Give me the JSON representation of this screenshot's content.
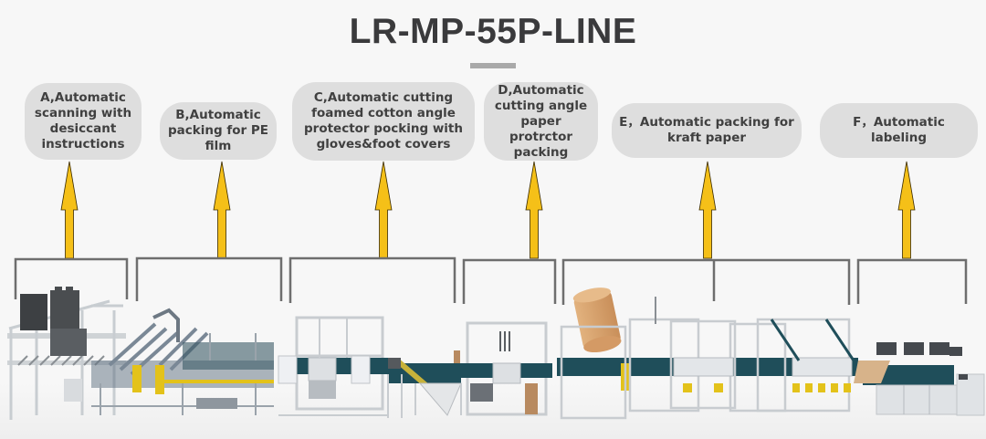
{
  "header": {
    "title": "LR-MP-55P-LINE"
  },
  "colors": {
    "background": "#f7f7f7",
    "title": "#3a3a3c",
    "underline": "#a9a9a9",
    "bubble": "#dedede",
    "bubble_text": "#404040",
    "arrow_fill": "#f5c018",
    "arrow_outline": "#3a2a00",
    "bracket": "#6e6e6e",
    "frame": "#d9dcdf",
    "conveyor": "#1f4e5a",
    "guard_yellow": "#e3c21a",
    "kraft": "#d9a56f"
  },
  "stations": [
    {
      "id": "A",
      "label": "A,Automatic scanning with desiccant instructions"
    },
    {
      "id": "B",
      "label": "B,Automatic packing for PE film"
    },
    {
      "id": "C",
      "label": "C,Automatic cutting foamed cotton angle protector pocking with gloves&foot covers"
    },
    {
      "id": "D",
      "label": "D,Automatic cutting angle paper protrctor packing"
    },
    {
      "id": "E",
      "label": "E，Automatic packing for kraft paper"
    },
    {
      "id": "F",
      "label": "F，Automatic labeling"
    }
  ],
  "icons": {
    "arrow": "up-arrow-icon",
    "bracket": "bracket-icon"
  }
}
